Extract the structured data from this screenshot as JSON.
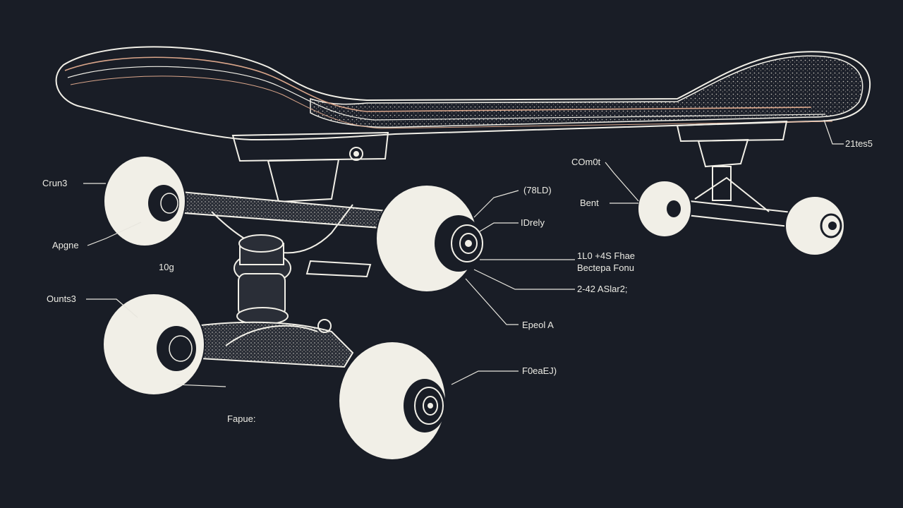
{
  "labels": {
    "crown": "Crun3",
    "angle": "Apgne",
    "weight": "10g",
    "counts": "Ounts3",
    "figure": "Fapue:",
    "top_code": "(78LD)",
    "display": "IDrely",
    "spec_line1": "1L0 +4S Fhae",
    "spec_line2": "Bectepa Fonu",
    "spec_line3": "2-42 ASlar2;",
    "epoch": "Epeol A",
    "footnote": "F0eaEJ)",
    "comment": "COm0t",
    "bent": "Bent",
    "size": "21tes5"
  },
  "colors": {
    "background": "#191d26",
    "ink": "#f1efe7",
    "accent": "#d9a58a"
  }
}
